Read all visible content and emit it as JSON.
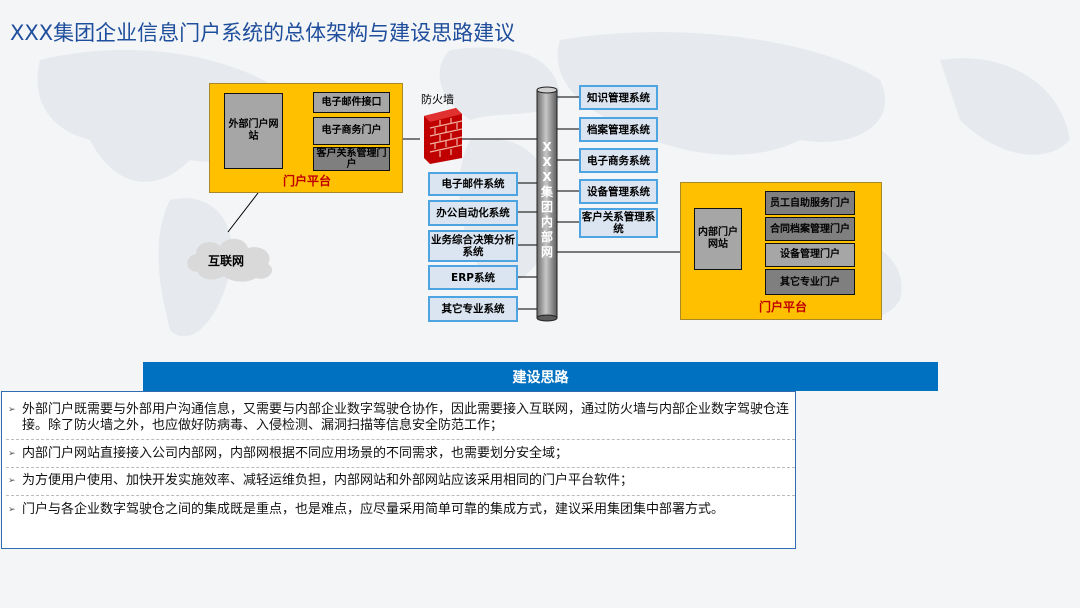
{
  "title": "XXX集团企业信息门户系统的总体架构与建设思路建议",
  "external_portal": {
    "site": "外部门户网站",
    "modules": [
      "电子邮件接口",
      "电子商务门户",
      "客户关系管理门户"
    ],
    "platform_label": "门户平台"
  },
  "firewall_label": "防火墙",
  "internet_label": "互联网",
  "intranet_label": "XXX集团内部网",
  "left_systems": [
    "电子邮件系统",
    "办公自动化系统",
    "业务综合决策分析系统",
    "ERP系统",
    "其它专业系统"
  ],
  "right_systems": [
    "知识管理系统",
    "档案管理系统",
    "电子商务系统",
    "设备管理系统",
    "客户关系管理系统"
  ],
  "internal_portal": {
    "site": "内部门户网站",
    "modules": [
      "员工自助服务门户",
      "合同档案管理门户",
      "设备管理门户",
      "其它专业门户"
    ],
    "platform_label": "门户平台"
  },
  "ideas": {
    "heading": "建设思路",
    "items": [
      "外部门户既需要与外部用户沟通信息，又需要与内部企业数字驾驶仓协作，因此需要接入互联网，通过防火墙与内部企业数字驾驶仓连接。除了防火墙之外，也应做好防病毒、入侵检测、漏洞扫描等信息安全防范工作；",
      "内部门户网站直接接入公司内部网，内部网根据不同应用场景的不同需求，也需要划分安全域；",
      "为方便用户使用、加快开发实施效率、减轻运维负担，内部网站和外部网站应该采用相同的门户平台软件；",
      "门户与各企业数字驾驶仓之间的集成既是重点，也是难点，应尽量采用简单可靠的集成方式，建议采用集团集中部署方式。"
    ]
  }
}
